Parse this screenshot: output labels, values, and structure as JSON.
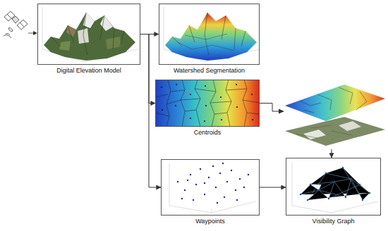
{
  "diagram": {
    "nodes": [
      {
        "text": [
          "Digital Elevation Model"
        ]
      },
      {
        "text": [
          "Watershed Segmentation"
        ]
      },
      {
        "text": [
          "Centroids"
        ]
      },
      {
        "text": [
          "Waypoints"
        ]
      },
      {
        "text": [
          "Visibility Graph"
        ]
      }
    ],
    "edges": [
      {
        "from": 0,
        "to": 1,
        "arrow": "to"
      },
      {
        "from": 0,
        "to": 2,
        "arrow": "to"
      },
      {
        "from": 0,
        "to": 3,
        "arrow": "to"
      },
      {
        "from": 2,
        "to": 4,
        "arrow": "to"
      },
      {
        "from": 3,
        "to": 4,
        "arrow": "to"
      }
    ]
  }
}
